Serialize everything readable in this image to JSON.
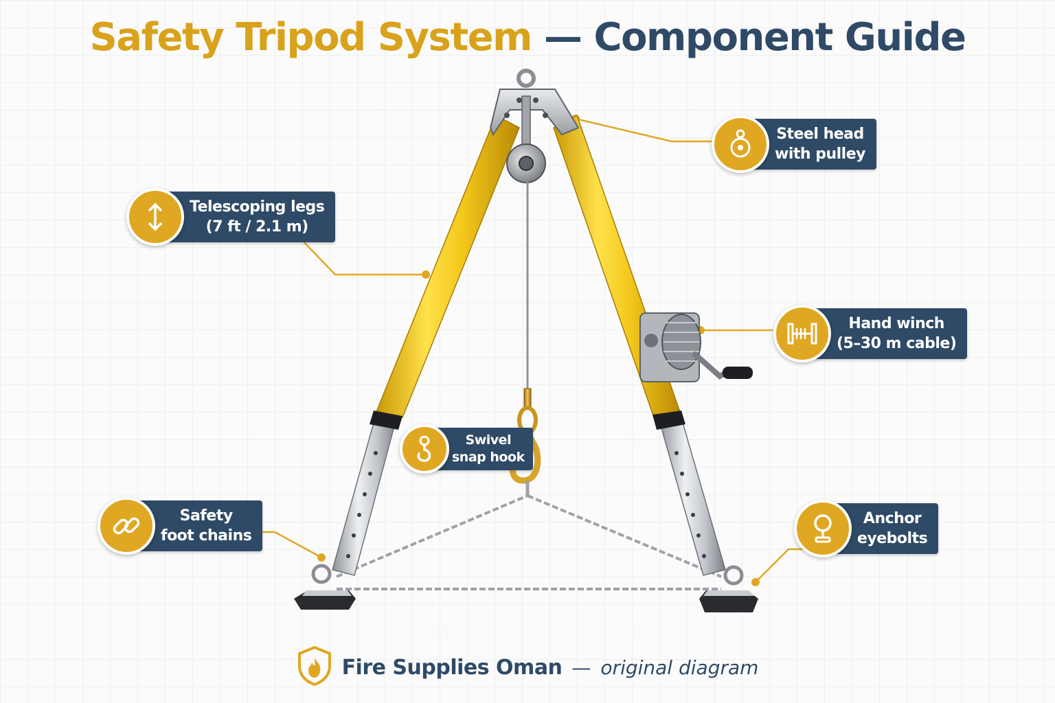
{
  "title": {
    "part1": "Safety Tripod System",
    "separator": "—",
    "part2": "Component Guide"
  },
  "callouts": {
    "steel_head": {
      "line1": "Steel head",
      "line2": "with pulley",
      "icon": "pulley-icon"
    },
    "legs": {
      "line1": "Telescoping legs",
      "line2": "(7 ft / 2.1 m)",
      "icon": "up-down-arrow-icon"
    },
    "winch": {
      "line1": "Hand winch",
      "line2": "(5–30 m cable)",
      "icon": "winch-drum-icon"
    },
    "hook": {
      "line1": "Swivel",
      "line2": "snap hook",
      "icon": "hook-icon"
    },
    "chains": {
      "line1": "Safety",
      "line2": "foot chains",
      "icon": "chain-link-icon"
    },
    "eyebolts": {
      "line1": "Anchor",
      "line2": "eyebolts",
      "icon": "eyebolt-icon"
    }
  },
  "footer": {
    "brand": "Fire Supplies Oman",
    "separator": "—",
    "note": "original diagram",
    "icon": "flame-shield-icon"
  },
  "colors": {
    "accent_gold": "#e0a722",
    "title_gold": "#d9a21b",
    "navy": "#2f4a66",
    "leg_yellow": "#f0c419"
  }
}
